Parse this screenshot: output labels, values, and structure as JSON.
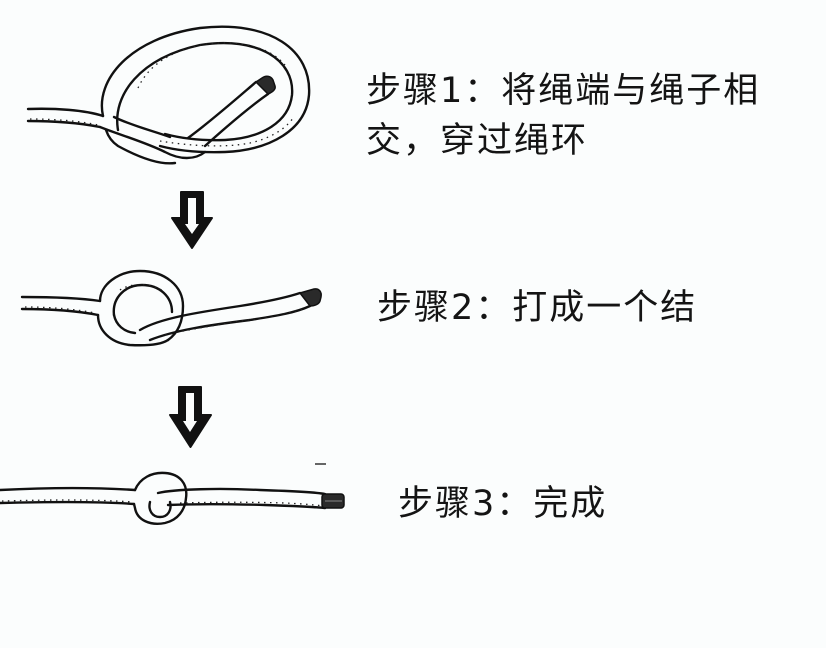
{
  "diagram": {
    "type": "instructional-steps",
    "subject": "overhand knot",
    "background": "#fbfdfd",
    "line_color": "#111111",
    "steps": [
      {
        "index": 1,
        "label": "步骤1：",
        "line1": "步骤1：将绳端与绳子相",
        "line2": "交，穿过绳环",
        "illustration": "rope-loop-crossing"
      },
      {
        "index": 2,
        "label": "步骤2：",
        "text": "步骤2：打成一个结",
        "illustration": "rope-loose-knot"
      },
      {
        "index": 3,
        "label": "步骤3：",
        "text": "步骤3：完成",
        "illustration": "rope-tight-knot"
      }
    ],
    "arrows": [
      {
        "from": 1,
        "to": 2,
        "icon": "down-arrow-icon"
      },
      {
        "from": 2,
        "to": 3,
        "icon": "down-arrow-icon"
      }
    ]
  }
}
